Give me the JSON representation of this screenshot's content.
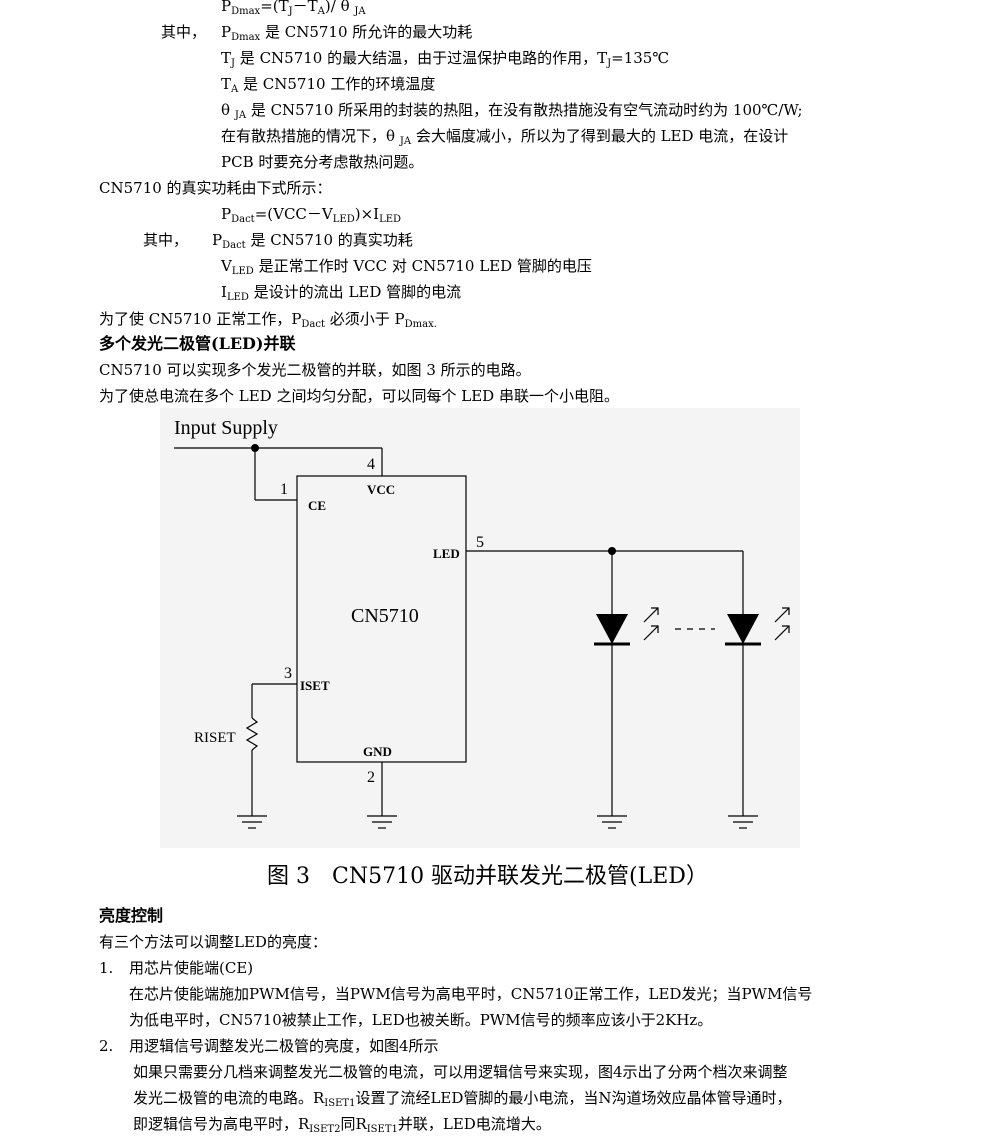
{
  "formula": {
    "p_dmax": "P",
    "p_dmax_sub": "Dmax",
    "p_dmax_rhs_a": "=(T",
    "p_dmax_rhs_j": "J",
    "p_dmax_rhs_b": "－T",
    "p_dmax_rhs_a2": "A",
    "p_dmax_rhs_c": ")/ θ ",
    "p_dmax_rhs_ja": "JA"
  },
  "where1": {
    "label": "其中，",
    "l1_sym": "P",
    "l1_sub": "Dmax",
    "l1_text": " 是 CN5710 所允许的最大功耗",
    "l2_sym": "T",
    "l2_sub": "J",
    "l2_text": " 是 CN5710 的最大结温，由于过温保护电路的作用，T",
    "l2_sub2": "J",
    "l2_text2": "=135℃",
    "l3_sym": "T",
    "l3_sub": "A",
    "l3_text": " 是 CN5710 工作的环境温度",
    "l4_sym": "θ ",
    "l4_sub": "JA",
    "l4_text": " 是 CN5710 所采用的封装的热阻，在没有散热措施没有空气流动时约为 100℃/W;",
    "l5": "在有散热措施的情况下，θ ",
    "l5_sub": "JA",
    "l5_text": " 会大幅度减小，所以为了得到最大的  LED  电流，在设计",
    "l6": "PCB 时要充分考虑散热问题。"
  },
  "actual": {
    "intro": "CN5710 的真实功耗由下式所示：",
    "f_sym": "P",
    "f_sub": "Dact",
    "f_text": "=(VCC－V",
    "f_sub2": "LED",
    "f_text2": ")×I",
    "f_sub3": "LED",
    "where_label": "其中，",
    "w1_sym": "P",
    "w1_sub": "Dact",
    "w1_text": " 是 CN5710 的真实功耗",
    "w2_sym": "V",
    "w2_sub": "LED",
    "w2_text": " 是正常工作时 VCC 对 CN5710 LED 管脚的电压",
    "w3_sym": "I",
    "w3_sub": "LED",
    "w3_text": " 是设计的流出 LED 管脚的电流",
    "cond_a": "为了使 CN5710 正常工作，P",
    "cond_sub": "Dact",
    "cond_b": " 必须小于 P",
    "cond_sub2": "Dmax."
  },
  "section1": {
    "heading": "多个发光二极管(LED)并联",
    "p1": "CN5710 可以实现多个发光二极管的并联，如图 3 所示的电路。",
    "p2": "为了使总电流在多个 LED 之间均匀分配，可以同每个 LED 串联一个小电阻。"
  },
  "figure": {
    "input_supply": "Input Supply",
    "chip_name": "CN5710",
    "pin_vcc": "VCC",
    "pin_ce": "CE",
    "pin_led": "LED",
    "pin_iset": "ISET",
    "pin_gnd": "GND",
    "num_4": "4",
    "num_1": "1",
    "num_5": "5",
    "num_3": "3",
    "num_2": "2",
    "riset": "RISET",
    "ellipsis": "- - -",
    "caption": "图 3　CN5710 驱动并联发光二极管(LED）"
  },
  "section2": {
    "heading": "亮度控制",
    "intro": "有三个方法可以调整LED的亮度：",
    "item1_num": "1.",
    "item1_title": "用芯片使能端(CE)",
    "item1_l1": "在芯片使能端施加PWM信号，当PWM信号为高电平时，CN5710正常工作，LED发光；当PWM信号",
    "item1_l2": "为低电平时，CN5710被禁止工作，LED也被关断。PWM信号的频率应该小于2KHz。",
    "item2_num": "2.",
    "item2_title": "用逻辑信号调整发光二极管的亮度，如图4所示",
    "item2_l1": "如果只需要分几档来调整发光二极管的电流，可以用逻辑信号来实现，图4示出了分两个档次来调整",
    "item2_l2_a": "发光二极管的电流的电路。R",
    "item2_l2_sub": "ISET1",
    "item2_l2_b": "设置了流经LED管脚的最小电流，当N沟道场效应晶体管导通时，",
    "item2_l3_a": "即逻辑信号为高电平时，R",
    "item2_l3_sub": "ISET2",
    "item2_l3_b": "同R",
    "item2_l3_sub2": "ISET1",
    "item2_l3_c": "并联，LED电流增大。"
  }
}
